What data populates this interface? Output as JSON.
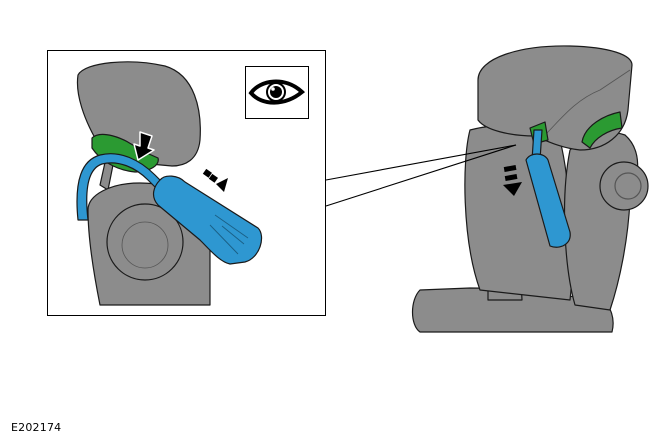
{
  "figure": {
    "id_label": "E202174",
    "description": "Child seat: release harness adjuster from headrest guide",
    "colors": {
      "seat_gray": "#8c8c8c",
      "seat_light": "#9a9a9a",
      "strap_blue": "#2e97d1",
      "guide_green": "#2b9a32",
      "outline": "#1a1a1a",
      "arrow": "#000000"
    }
  },
  "detail_view": {
    "label": "detail-inset",
    "icon": "eye-icon"
  },
  "main_view": {
    "label": "child-seat-overview"
  }
}
